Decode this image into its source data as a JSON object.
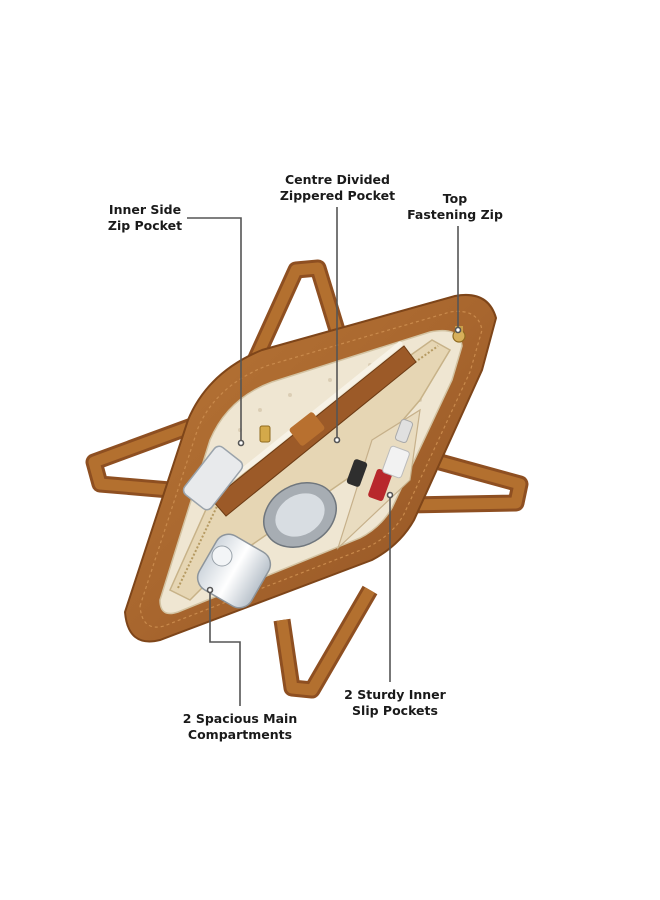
{
  "callouts": {
    "inner_side_zip_pocket": {
      "line1": "Inner Side",
      "line2": "Zip Pocket"
    },
    "centre_divided_zippered_pocket": {
      "line1": "Centre Divided",
      "line2": "Zippered Pocket"
    },
    "top_fastening_zip": {
      "line1": "Top",
      "line2": "Fastening Zip"
    },
    "spacious_main_compartments": {
      "line1": "2 Spacious Main",
      "line2": "Compartments"
    },
    "sturdy_inner_slip_pockets": {
      "line1": "2 Sturdy Inner",
      "line2": "Slip Pockets"
    }
  },
  "colors": {
    "leather": "#a8662e",
    "leather_dark": "#7e4519",
    "lining": "#efe6d2",
    "pouch": "#e6d6b4",
    "callout_line": "#555555",
    "text": "#1a1a1a"
  }
}
